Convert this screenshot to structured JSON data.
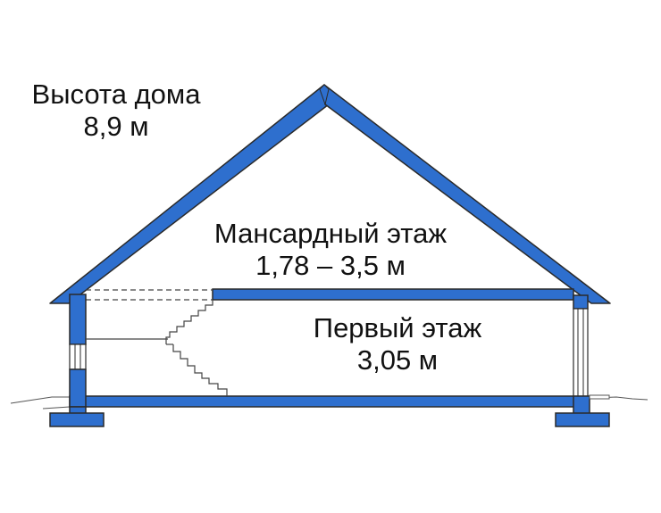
{
  "colors": {
    "structure_fill": "#2e6fce",
    "outline": "#2a2a2a",
    "text": "#111111",
    "background": "#ffffff"
  },
  "labels": {
    "house_height": {
      "title": "Высота дома",
      "value": "8,9 м"
    },
    "attic_floor": {
      "title": "Мансардный этаж",
      "value": "1,78 – 3,5 м"
    },
    "first_floor": {
      "title": "Первый этаж",
      "value": "3,05 м"
    }
  }
}
